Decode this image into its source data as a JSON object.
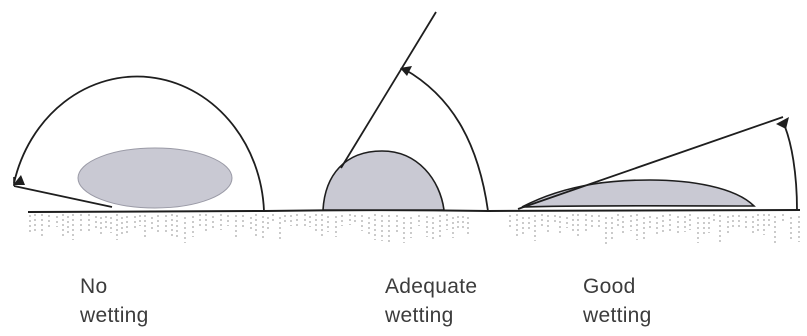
{
  "captions": {
    "no_wetting": {
      "line1": "No",
      "line2": "wetting"
    },
    "adequate_wetting": {
      "line1": "Adequate",
      "line2": "wetting"
    },
    "good_wetting": {
      "line1": "Good",
      "line2": "wetting"
    }
  },
  "colors": {
    "droplet_fill": "#c9c9d3",
    "line": "#1e1e1e",
    "substrate_texture": "#a8a8a8",
    "caption_text": "#3c3c3c"
  }
}
